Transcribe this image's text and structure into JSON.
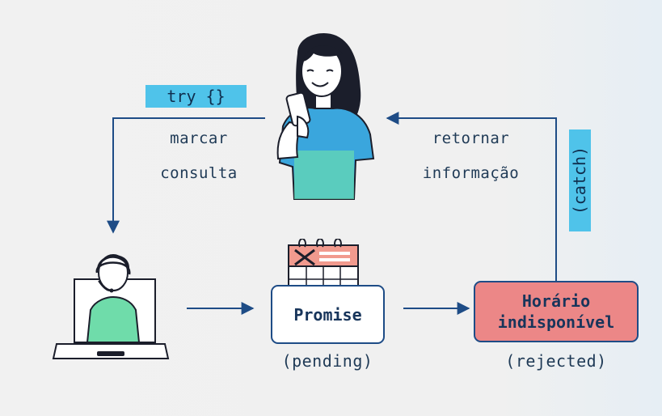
{
  "try_tag": "try {}",
  "catch_tag": "(catch)",
  "left_label": {
    "line1": "marcar",
    "line2": "consulta"
  },
  "right_label": {
    "line1": "retornar",
    "line2": "informação"
  },
  "promise_box": {
    "label": "Promise",
    "state": "(pending)"
  },
  "rejected_box": {
    "line1": "Horário",
    "line2": "indisponível",
    "state": "(rejected)"
  },
  "colors": {
    "arrow": "#1e4c86",
    "tag_bg": "#4fc3ea",
    "rejected_fill": "#ec8787",
    "promise_fill": "#ffffff",
    "shirt_green": "#6fdcaa",
    "shirt_blue": "#38a8e0"
  },
  "icons": [
    "woman-with-phone-illustration",
    "support-agent-laptop-illustration",
    "calendar-icon"
  ]
}
